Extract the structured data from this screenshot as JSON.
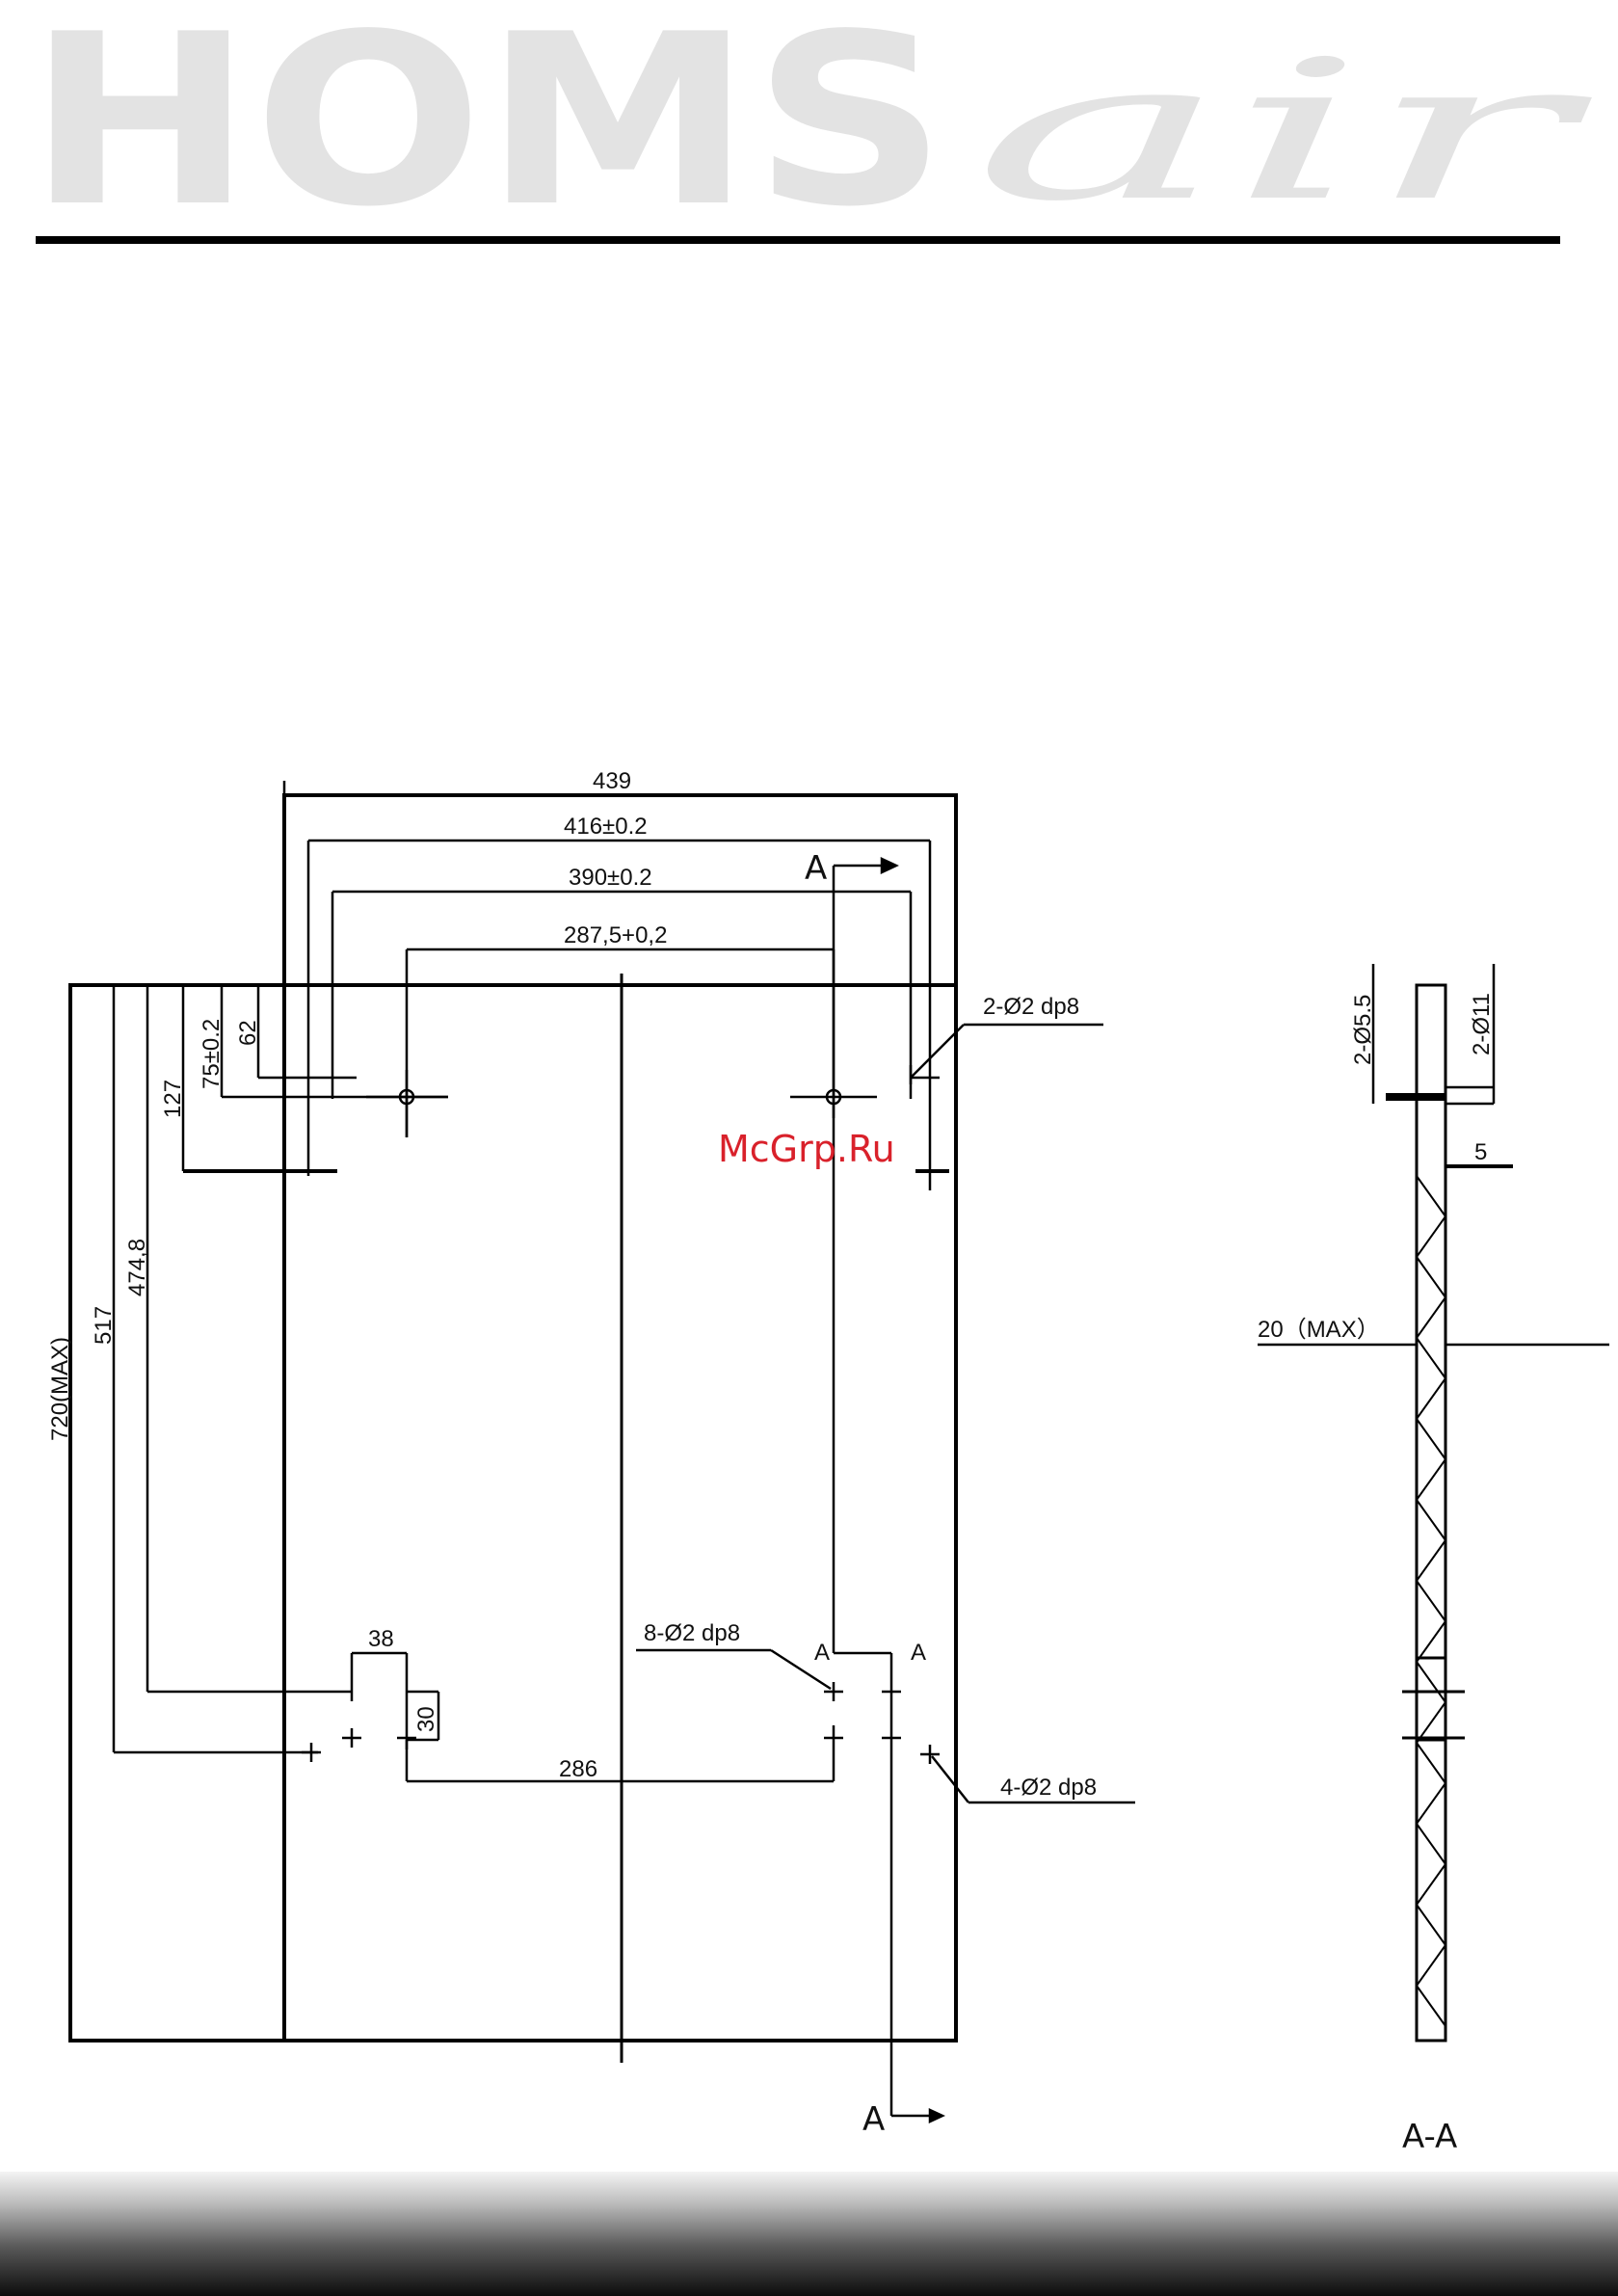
{
  "brand": {
    "logo_bold": "HOMS",
    "logo_script": "air"
  },
  "watermark": "McGrp.Ru",
  "drawing": {
    "dim_439": "439",
    "dim_416": "416±0.2",
    "dim_390": "390±0.2",
    "dim_287": "287,5+0,2",
    "dim_720": "720(MAX)",
    "dim_517": "517",
    "dim_474": "474,8",
    "dim_127": "127",
    "dim_75": "75±0.2",
    "dim_62": "62",
    "dim_38": "38",
    "dim_30": "30",
    "dim_286": "286",
    "hole_top": "2-Ø2 dp8",
    "hole_mid": "8-Ø2 dp8",
    "hole_low": "4-Ø2 dp8",
    "section_marker": "A",
    "section_d55": "2-Ø5.5",
    "section_d11": "2-Ø11",
    "section_5": "5",
    "section_20": "20（MAX）",
    "section_title": "A-A"
  },
  "colors": {
    "logo": "#e3e3e3",
    "rule": "#000000",
    "watermark": "#d9212b"
  }
}
